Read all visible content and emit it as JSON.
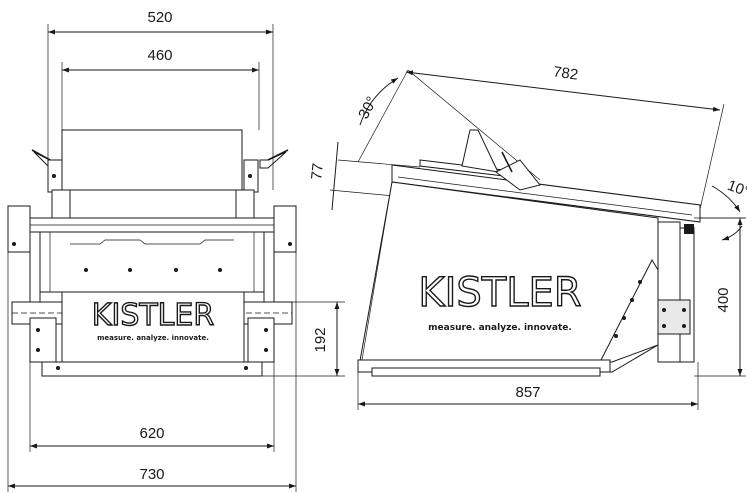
{
  "front_view": {
    "dimensions": {
      "width_top_outer": "520",
      "width_top_inner": "460",
      "width_frame": "620",
      "width_overall": "730",
      "height_bench": "192"
    },
    "logo": "KISTLER",
    "slogan": "measure. analyze. innovate."
  },
  "side_view": {
    "dimensions": {
      "length_top": "782",
      "offset_77": "77",
      "length_base": "857",
      "height_400": "400"
    },
    "angles": {
      "tilt_30": "30°",
      "tilt_10": "10°"
    },
    "logo": "KISTLER",
    "slogan": "measure. analyze. innovate."
  }
}
